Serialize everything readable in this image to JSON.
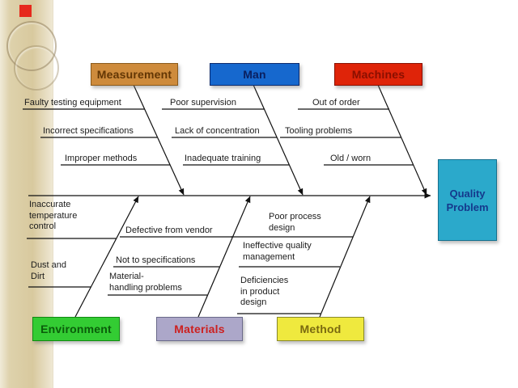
{
  "decor": {
    "accent_square_color": "#E6281C"
  },
  "effect_box": {
    "label": "Quality Problem",
    "bg": "#2BA9CB",
    "color": "#15398C",
    "border": "#17708E"
  },
  "categories": [
    {
      "id": "measurement",
      "label": "Measurement",
      "bg": "#CE8B3C",
      "color": "#633604",
      "border": "#8A5A1A"
    },
    {
      "id": "man",
      "label": "Man",
      "bg": "#1668CE",
      "color": "#0A2060",
      "border": "#0A2A6E"
    },
    {
      "id": "machines",
      "label": "Machines",
      "bg": "#DF2409",
      "color": "#8A0F00",
      "border": "#8A0F00"
    },
    {
      "id": "environment",
      "label": "Environment",
      "bg": "#33CC33",
      "color": "#0A5C0A",
      "border": "#118A11"
    },
    {
      "id": "materials",
      "label": "Materials",
      "bg": "#ACA7C9",
      "color": "#CC2020",
      "border": "#6A6A8A"
    },
    {
      "id": "method",
      "label": "Method",
      "bg": "#EFE93E",
      "color": "#7A6A10",
      "border": "#8A8A2A"
    }
  ],
  "causes": {
    "measurement": [
      "Faulty testing equipment",
      "Incorrect specifications",
      "Improper methods"
    ],
    "man": [
      "Poor supervision",
      "Lack of concentration",
      "Inadequate training"
    ],
    "machines": [
      "Out of order",
      "Tooling problems",
      "Old / worn"
    ],
    "environment": [
      "Inaccurate\ntemperature\ncontrol",
      "Dust and\nDirt"
    ],
    "materials": [
      "Defective from vendor",
      "Not to specifications",
      "Material-\nhandling problems"
    ],
    "method": [
      "Poor process\ndesign",
      "Ineffective quality\nmanagement",
      "Deficiencies\nin product\ndesign"
    ]
  }
}
